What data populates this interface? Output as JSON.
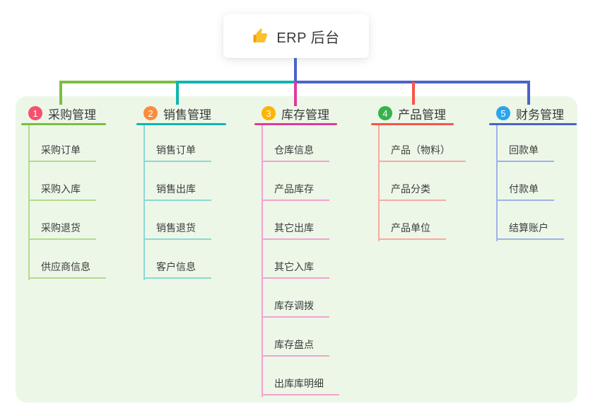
{
  "root": {
    "label": "ERP 后台",
    "icon": "thumbs-up-icon"
  },
  "colors": {
    "panel_bg": "#ECF7E8",
    "node_bg": "#FFFFFF",
    "stem_blue": "#4A64C8",
    "header_text": "#3A3A3A",
    "child_text": "#3D3D3D",
    "thumb_gold": "#FBC02D",
    "thumb_cuff": "#F59F00"
  },
  "branches": [
    {
      "index": "1",
      "label": "采购管理",
      "badge_color": "#F5516E",
      "line_color": "#7CBE41",
      "child_line_color": "#B3DB8C",
      "children": [
        "采购订单",
        "采购入库",
        "采购退货",
        "供应商信息"
      ]
    },
    {
      "index": "2",
      "label": "销售管理",
      "badge_color": "#FB8C3E",
      "line_color": "#11B5AE",
      "child_line_color": "#8CD9D4",
      "children": [
        "销售订单",
        "销售出库",
        "销售退货",
        "客户信息"
      ]
    },
    {
      "index": "3",
      "label": "库存管理",
      "badge_color": "#FFB403",
      "line_color": "#E03A9C",
      "child_line_color": "#F4A2CF",
      "children": [
        "仓库信息",
        "产品库存",
        "其它出库",
        "其它入库",
        "库存调拨",
        "库存盘点",
        "出库库明细"
      ]
    },
    {
      "index": "4",
      "label": "产品管理",
      "badge_color": "#37B24D",
      "line_color": "#F9544B",
      "child_line_color": "#FBA9A3",
      "children": [
        "产品（物料）",
        "产品分类",
        "产品单位"
      ]
    },
    {
      "index": "5",
      "label": "财务管理",
      "badge_color": "#2AA5EA",
      "line_color": "#4A64C8",
      "child_line_color": "#9FB2E8",
      "children": [
        "回款单",
        "付款单",
        "结算账户"
      ]
    }
  ]
}
